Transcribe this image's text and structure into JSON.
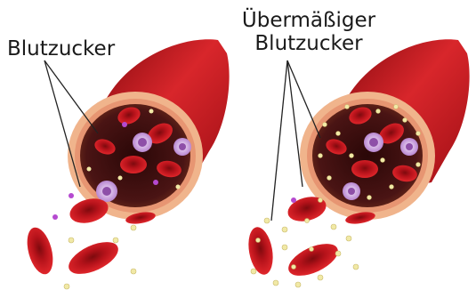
{
  "labels": {
    "left": "Blutzucker",
    "right_line1": "Übermäßiger",
    "right_line2": "Blutzucker"
  },
  "colors": {
    "vessel_outer": "#c4161c",
    "vessel_dark": "#7a0a0e",
    "vessel_wall_inner": "#f2b08a",
    "vessel_lumen": "#3a1010",
    "red_cell": "#c8141a",
    "red_cell_center": "#8e0b10",
    "white_cell": "#c8a0d8",
    "white_cell_core": "#8e4fa8",
    "platelet": "#b54ad0",
    "glucose": "#f1e9a6",
    "glucose_stroke": "#c9b96a",
    "pointer_line": "#222222"
  }
}
